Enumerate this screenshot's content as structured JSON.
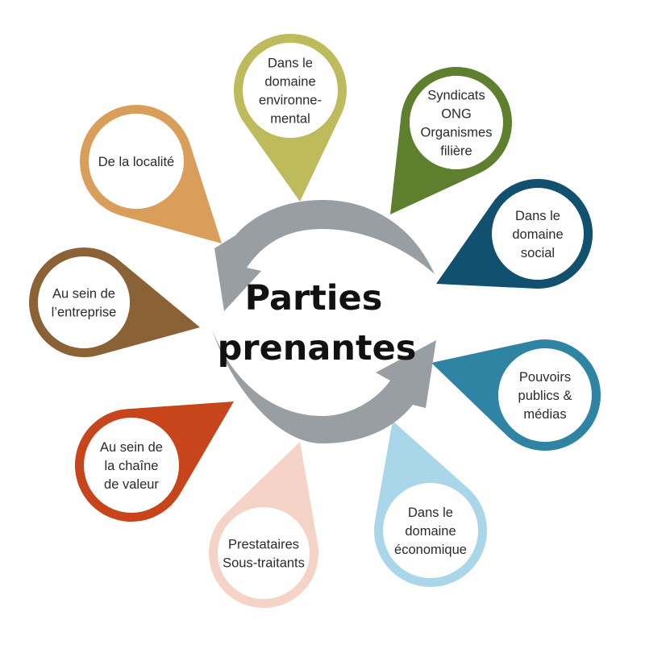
{
  "center": {
    "line1": "Parties",
    "line2": "prenantes"
  },
  "stakeholders": [
    {
      "id": "environnement",
      "lines": [
        "Dans le",
        "domaine",
        "environne-",
        "mental"
      ],
      "color": "#bdbb5b"
    },
    {
      "id": "syndicats",
      "lines": [
        "Syndicats",
        "ONG",
        "Organismes",
        "filière"
      ],
      "color": "#5e7f2e"
    },
    {
      "id": "social",
      "lines": [
        "Dans le",
        "domaine",
        "social"
      ],
      "color": "#12506f"
    },
    {
      "id": "pouvoirs-publics",
      "lines": [
        "Pouvoirs",
        "publics &",
        "médias"
      ],
      "color": "#2f84a4"
    },
    {
      "id": "economique",
      "lines": [
        "Dans le",
        "domaine",
        "économique"
      ],
      "color": "#aad6ea"
    },
    {
      "id": "prestataires",
      "lines": [
        "Prestataires",
        "Sous-traitants"
      ],
      "color": "#f5d3c6"
    },
    {
      "id": "chaine-valeur",
      "lines": [
        "Au sein de",
        "la chaîne",
        "de valeur"
      ],
      "color": "#c8441b"
    },
    {
      "id": "entreprise",
      "lines": [
        "Au sein de",
        "l’entreprise"
      ],
      "color": "#8a6235"
    },
    {
      "id": "localite",
      "lines": [
        "De la localité"
      ],
      "color": "#d99f5a"
    }
  ],
  "cycle_arrow_color": "#999ea3"
}
